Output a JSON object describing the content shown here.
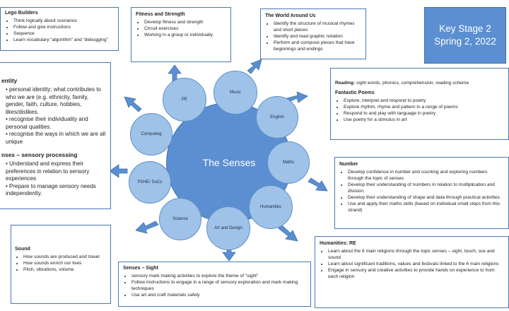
{
  "title": {
    "line1": "Key Stage 2",
    "line2": "Spring 2, 2022"
  },
  "center": {
    "label": "The Senses"
  },
  "circles": {
    "pe": "PE",
    "music": "Music",
    "english": "English",
    "maths": "Maths",
    "humanities": "Humanities",
    "art": "Art and Design",
    "science": "Science",
    "pshe": "PSHE/ SoCo",
    "computing": "Computing"
  },
  "lego": {
    "heading": "Lego Builders",
    "items": [
      "Think logically about scenarios",
      "Follow and give instructions",
      "Sequence",
      "Learn vocabulary “algorithm” and “debugging”"
    ]
  },
  "fitness": {
    "heading": "Fitness and Strength",
    "items": [
      "Develop fitness and strength",
      "Circuit exercises",
      "Working in a group or individually"
    ]
  },
  "world": {
    "heading": "The World Around Us",
    "items": [
      "Identify the  structure of musical rhymes and short pieces",
      "Identify and read graphic notation",
      "Perform and compose pieces that have beginnings and endings"
    ]
  },
  "reading": {
    "intro_label": "Reading:",
    "intro_text": " sight words, phonics, comprehension, reading scheme",
    "heading": "Fantastic Poems",
    "items": [
      "Explore, interpret and respond to poetry",
      "Explore rhythm, rhyme and pattern in a range of poems",
      "Respond to and play with language in poetry",
      "Use poetry for a stimulus in art"
    ]
  },
  "number": {
    "heading": "Number",
    "items": [
      " Develop confidence in number and counting and exploring numbers through the  topic of senses",
      "Develop their understanding of numbers in relation to multiplication and division.",
      "Develop their understanding of shape and data through practical activities.",
      "Use and apply their maths skills (based on individual small steps from this strand)"
    ]
  },
  "re": {
    "heading": "Humanities: RE",
    "items": [
      "Learn about the 6 main religions through the topic senses – sight, touch, sce and sound",
      "Learn about significant traditions, values and festivals linked to the 6 main religions",
      "Engage  in sensory and creative activities to provide hands on experience to from each religion"
    ]
  },
  "sight": {
    "heading": "Senses – Sight",
    "items": [
      "sensory mark making activities to explore the theme of “sight”",
      "Follow instructions to engage  in a range of sensory exploration and mark making techniques",
      "Use art and craft materials safely"
    ]
  },
  "sound": {
    "heading": "Sound",
    "items": [
      "How sounds are produced and travel",
      "How sounds enrich our lives",
      "Pitch, vibrations, volume"
    ]
  },
  "identity": {
    "heading": "entity",
    "items": [
      "personal identity; what contributes to who we are (e.g. ethnicity, family, gender, faith, culture, hobbies, likes/dislikes.",
      "recognise their individuality and personal qualities.",
      "recognise the ways in which we are all unique"
    ]
  },
  "senses_proc": {
    "heading": "nses – sensory processing",
    "items": [
      "Understand and express their preferences in relation to sensory experiences",
      "Prepare to manage sensory needs independently."
    ]
  }
}
